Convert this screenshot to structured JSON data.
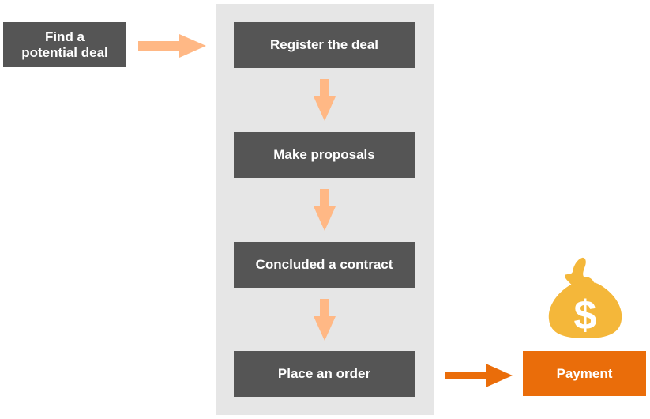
{
  "diagram": {
    "start": {
      "label": "Find a\npotential deal"
    },
    "steps": [
      {
        "label": "Register the deal"
      },
      {
        "label": "Make proposals"
      },
      {
        "label": "Concluded a contract"
      },
      {
        "label": "Place an order"
      }
    ],
    "end": {
      "label": "Payment",
      "icon": "money-bag-icon"
    },
    "colors": {
      "box": "#555555",
      "panel": "#e6e6e6",
      "arrow_light": "#ffb885",
      "arrow_dark": "#ea6d0a",
      "payment": "#ea6d0a",
      "money_bag": "#f4b73a",
      "text": "#ffffff"
    }
  }
}
